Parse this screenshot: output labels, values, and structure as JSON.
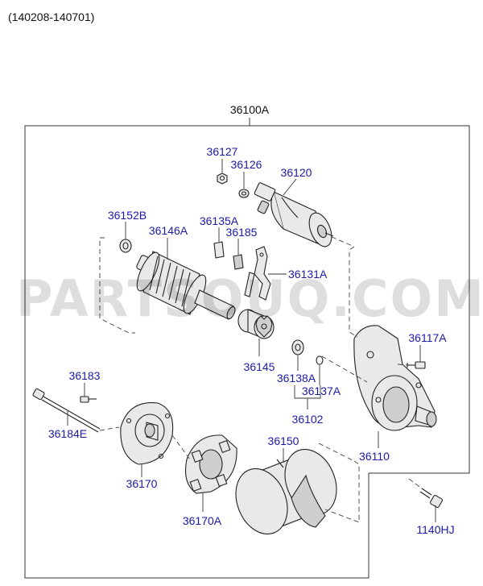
{
  "header": {
    "range": "(140208-140701)"
  },
  "watermark": "PARTSOUQ.COM",
  "assembly_label": "36100A",
  "parts": [
    {
      "id": "36127",
      "name": "nut"
    },
    {
      "id": "36126",
      "name": "washer"
    },
    {
      "id": "36120",
      "name": "solenoid"
    },
    {
      "id": "36152B",
      "name": "washer"
    },
    {
      "id": "36146A",
      "name": "armature"
    },
    {
      "id": "36135A",
      "name": "plate"
    },
    {
      "id": "36185",
      "name": "plate"
    },
    {
      "id": "36131A",
      "name": "lever"
    },
    {
      "id": "36117A",
      "name": "bolt"
    },
    {
      "id": "36145",
      "name": "pinion"
    },
    {
      "id": "36138A",
      "name": "washer"
    },
    {
      "id": "36137A",
      "name": "ring"
    },
    {
      "id": "36102",
      "name": "kit"
    },
    {
      "id": "36183",
      "name": "screw"
    },
    {
      "id": "36184E",
      "name": "through-bolt"
    },
    {
      "id": "36110",
      "name": "front-housing"
    },
    {
      "id": "36150",
      "name": "yoke"
    },
    {
      "id": "36170",
      "name": "rear-bracket"
    },
    {
      "id": "36170A",
      "name": "brush-holder"
    },
    {
      "id": "1140HJ",
      "name": "bolt"
    }
  ]
}
